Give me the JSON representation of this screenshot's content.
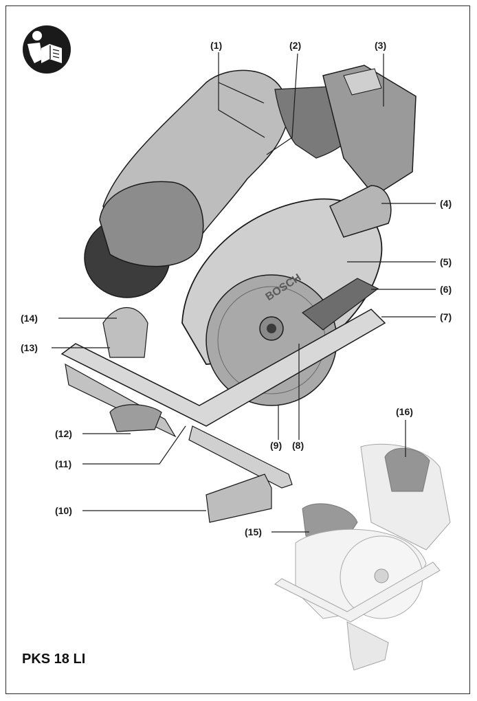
{
  "labels": {
    "l1": "(1)",
    "l2": "(2)",
    "l3": "(3)",
    "l4": "(4)",
    "l5": "(5)",
    "l6": "(6)",
    "l7": "(7)",
    "l8": "(8)",
    "l9": "(9)",
    "l10": "(10)",
    "l11": "(11)",
    "l12": "(12)",
    "l13": "(13)",
    "l14": "(14)",
    "l15": "(15)",
    "l16": "(16)"
  },
  "brand": "BOSCH",
  "model": "PKS 18 LI",
  "colors": {
    "body": "#c9c9c9",
    "dark": "#5a5a5a",
    "grip": "#7d7d7d",
    "line": "#1a1a1a",
    "ghost": "#e3e3e3",
    "icon": "#1a1a1a"
  },
  "icon": "read-manual-icon"
}
